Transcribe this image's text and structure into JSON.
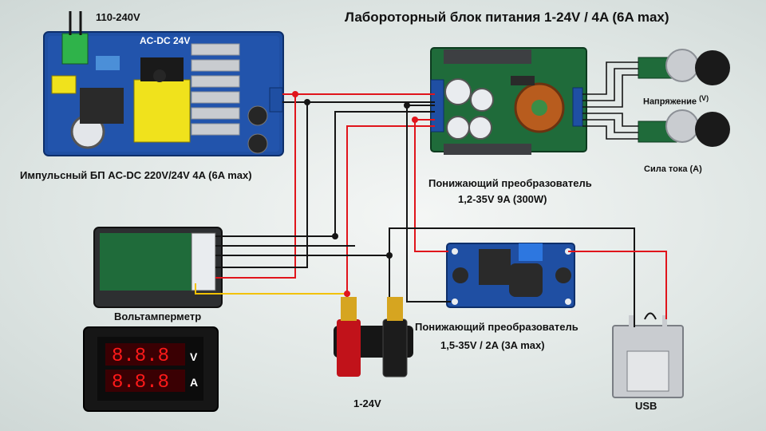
{
  "title": "Лабороторный блок питания 1-24V / 4A (6A max)",
  "input_label": "110-240V",
  "psu_board_text": "AC-DC 24V",
  "psu_label": "Импульсный БП AC-DC 220V/24V 4A (6A max)",
  "buck_big_label_line1": "Понижающий преобразователь",
  "buck_big_label_line2": "1,2-35V 9A (300W)",
  "pot_voltage_label": "Напряжение",
  "pot_voltage_unit": "(V)",
  "pot_current_label": "Сила тока (А)",
  "voltmeter_label": "Вольтамперметр",
  "meter_top_unit": "V",
  "meter_bottom_unit": "A",
  "terminals_label": "1-24V",
  "buck_small_label_line1": "Понижающий преобразователь",
  "buck_small_label_line2": "1,5-35V / 2A (3A max)",
  "usb_label": "USB",
  "colors": {
    "wire_red": "#e0141b",
    "wire_black": "#151515",
    "wire_yellow": "#f2c200",
    "pcb_blue": "#1f4fa3",
    "pcb_green": "#1f6b3a"
  }
}
